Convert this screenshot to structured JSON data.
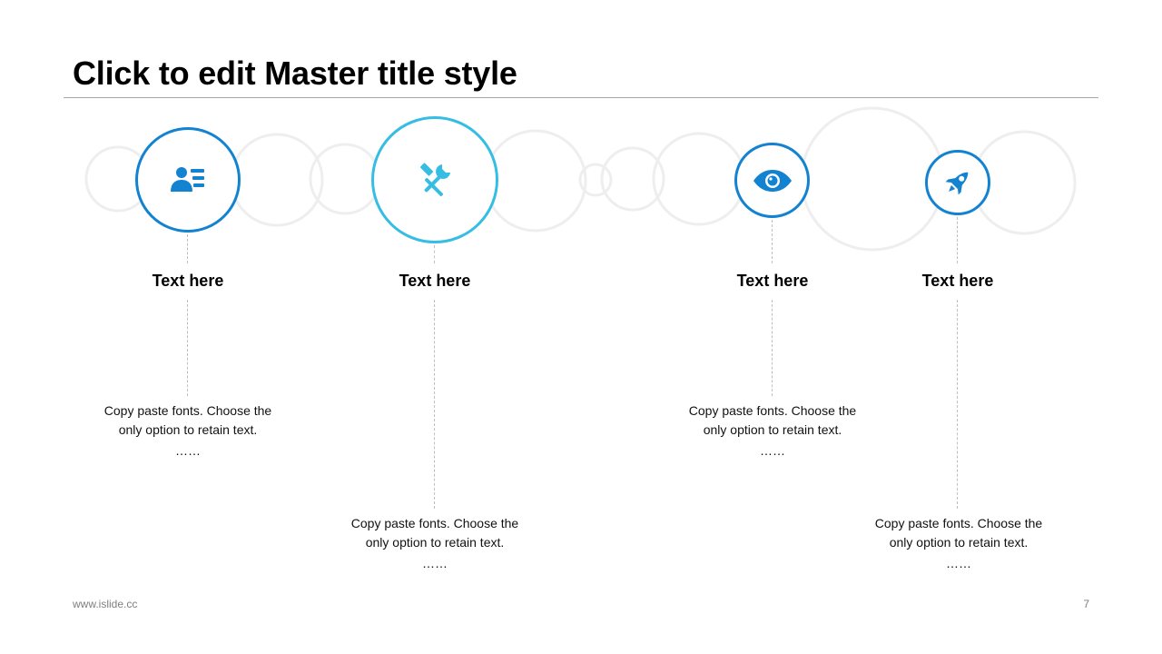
{
  "slide": {
    "title": "Click to edit Master title style",
    "footer_url": "www.islide.cc",
    "page_number": "7"
  },
  "colors": {
    "primary": "#1383d1",
    "secondary": "#35bde3",
    "deco_circle": "#eeeeee",
    "rule": "#a6a6a6",
    "dashed": "#bfbfbf"
  },
  "items": [
    {
      "icon": "user-list-icon",
      "heading": "Text here",
      "desc_line1": "Copy paste fonts. Choose the",
      "desc_line2": "only option to retain text.",
      "desc_dots": "……"
    },
    {
      "icon": "tools-icon",
      "heading": "Text here",
      "desc_line1": "Copy paste fonts. Choose the",
      "desc_line2": "only option to retain text.",
      "desc_dots": "……"
    },
    {
      "icon": "eye-icon",
      "heading": "Text here",
      "desc_line1": "Copy paste fonts. Choose the",
      "desc_line2": "only option to retain text.",
      "desc_dots": "……"
    },
    {
      "icon": "rocket-icon",
      "heading": "Text here",
      "desc_line1": "Copy paste fonts. Choose the",
      "desc_line2": "only option to retain text.",
      "desc_dots": "……"
    }
  ]
}
